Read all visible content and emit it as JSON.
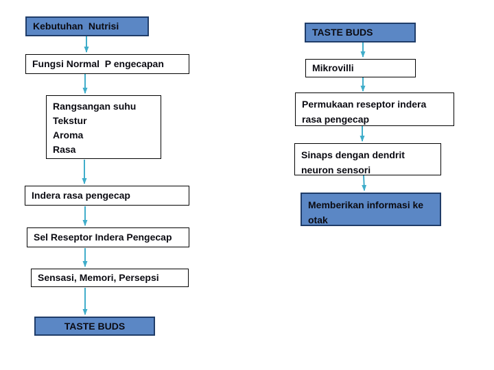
{
  "page": {
    "background": "#ffffff"
  },
  "colors": {
    "box_fill_blue": "#5b87c5",
    "box_border_blue": "#1f3c68",
    "box_fill_white": "#ffffff",
    "box_border_white_box": "#000000",
    "arrow": "#3fadca",
    "text": "#0b0b12"
  },
  "diagram": {
    "left_column": [
      {
        "id": "kebutuhan-nutrisi",
        "label": "Kebutuhan  Nutrisi",
        "style": "blue"
      },
      {
        "id": "fungsi-normal-pengecapan",
        "label": "Fungsi Normal  P engecapan",
        "style": "white"
      },
      {
        "id": "rangsangan",
        "label": "Rangsangan suhu\nTekstur\nAroma\nRasa",
        "style": "white"
      },
      {
        "id": "indera-rasa-pengecap",
        "label": "Indera rasa pengecap",
        "style": "white"
      },
      {
        "id": "sel-reseptor-indera-pengecap",
        "label": "Sel Reseptor Indera Pengecap",
        "style": "white"
      },
      {
        "id": "sensasi-memori-persepsi",
        "label": "Sensasi, Memori, Persepsi",
        "style": "white"
      },
      {
        "id": "taste-buds-left",
        "label": "TASTE BUDS",
        "style": "blue"
      }
    ],
    "right_column": [
      {
        "id": "taste-buds-right",
        "label": "TASTE BUDS",
        "style": "blue"
      },
      {
        "id": "mikrovilli",
        "label": "Mikrovilli",
        "style": "white"
      },
      {
        "id": "permukaan-reseptor",
        "label": "Permukaan reseptor indera rasa pengecap",
        "style": "white"
      },
      {
        "id": "sinaps-dendrit",
        "label": "Sinaps dengan dendrit neuron sensori",
        "style": "white"
      },
      {
        "id": "memberikan-informasi-otak",
        "label": "Memberikan informasi ke otak",
        "style": "blue"
      }
    ],
    "connections": [
      {
        "from": "kebutuhan-nutrisi",
        "to": "fungsi-normal-pengecapan"
      },
      {
        "from": "fungsi-normal-pengecapan",
        "to": "rangsangan"
      },
      {
        "from": "rangsangan",
        "to": "indera-rasa-pengecap"
      },
      {
        "from": "indera-rasa-pengecap",
        "to": "sel-reseptor-indera-pengecap"
      },
      {
        "from": "sel-reseptor-indera-pengecap",
        "to": "sensasi-memori-persepsi"
      },
      {
        "from": "sensasi-memori-persepsi",
        "to": "taste-buds-left"
      },
      {
        "from": "taste-buds-right",
        "to": "mikrovilli"
      },
      {
        "from": "mikrovilli",
        "to": "permukaan-reseptor"
      },
      {
        "from": "permukaan-reseptor",
        "to": "sinaps-dendrit"
      },
      {
        "from": "sinaps-dendrit",
        "to": "memberikan-informasi-otak"
      }
    ]
  }
}
